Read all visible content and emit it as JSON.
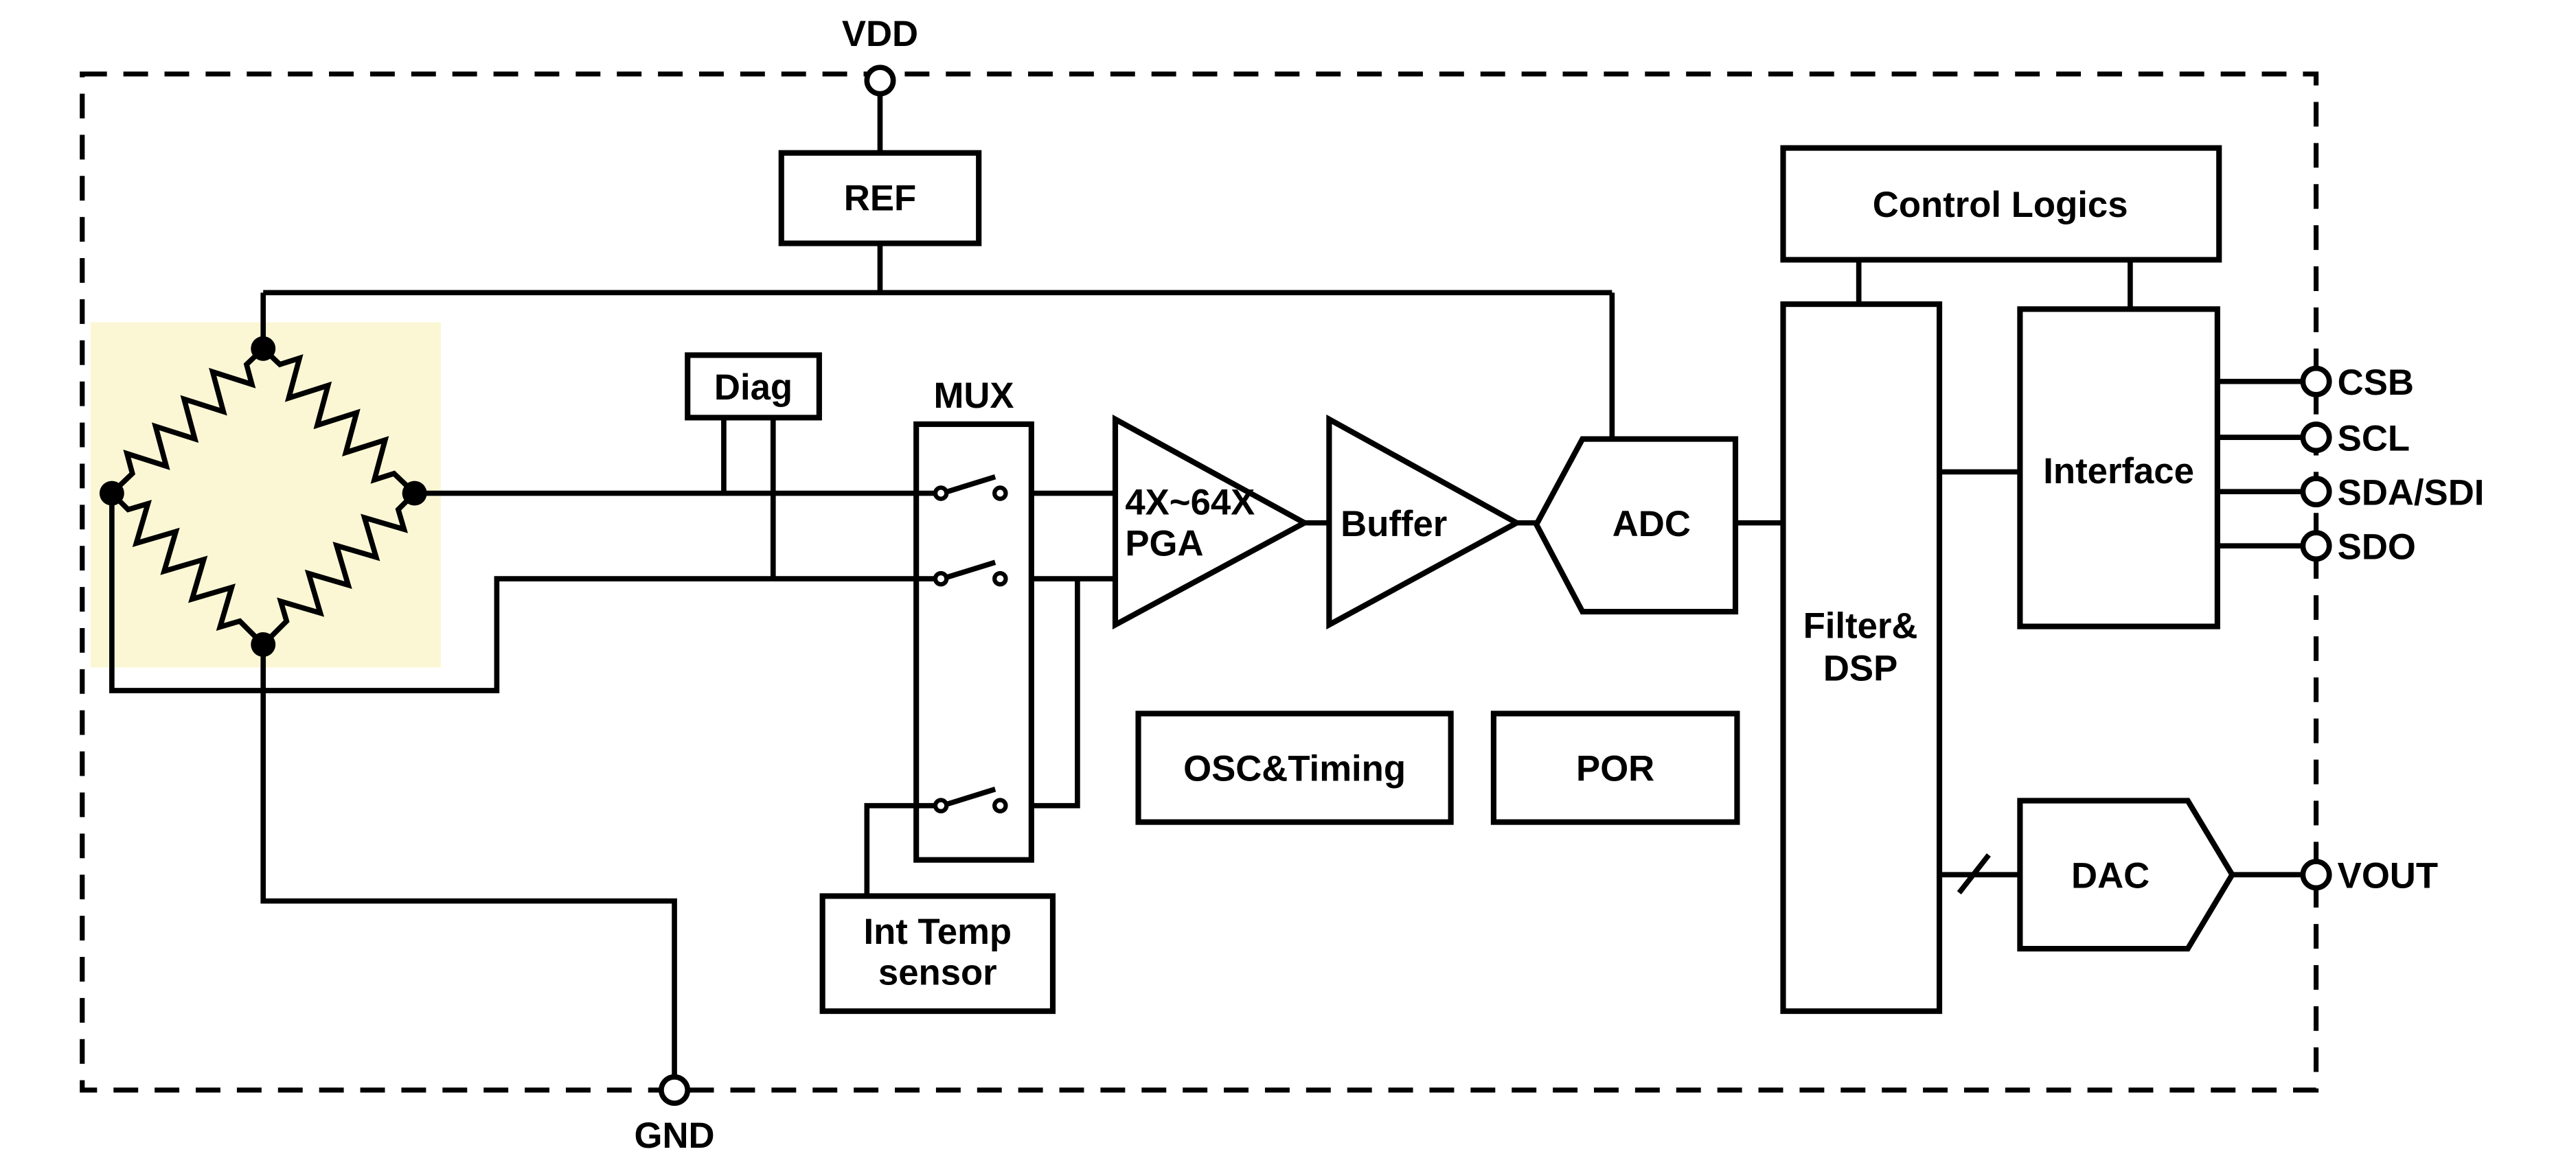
{
  "diagram": {
    "background": "#ffffff",
    "line_color": "#000000",
    "bridge_highlight_color": "#FBF7D5"
  },
  "pins": {
    "vdd": "VDD",
    "gnd": "GND",
    "csb": "CSB",
    "scl": "SCL",
    "sda_sdi": "SDA/SDI",
    "sdo": "SDO",
    "vout": "VOUT"
  },
  "blocks": {
    "ref": "REF",
    "diag": "Diag",
    "mux": "MUX",
    "pga": {
      "line1": "4X~64X",
      "line2": "PGA"
    },
    "buffer": "Buffer",
    "adc": "ADC",
    "osc_timing": "OSC&Timing",
    "por": "POR",
    "int_temp": {
      "line1": "Int Temp",
      "line2": "sensor"
    },
    "filter_dsp": {
      "line1": "Filter&",
      "line2": "DSP"
    },
    "control_logics": "Control Logics",
    "interface": "Interface",
    "dac": "DAC"
  }
}
